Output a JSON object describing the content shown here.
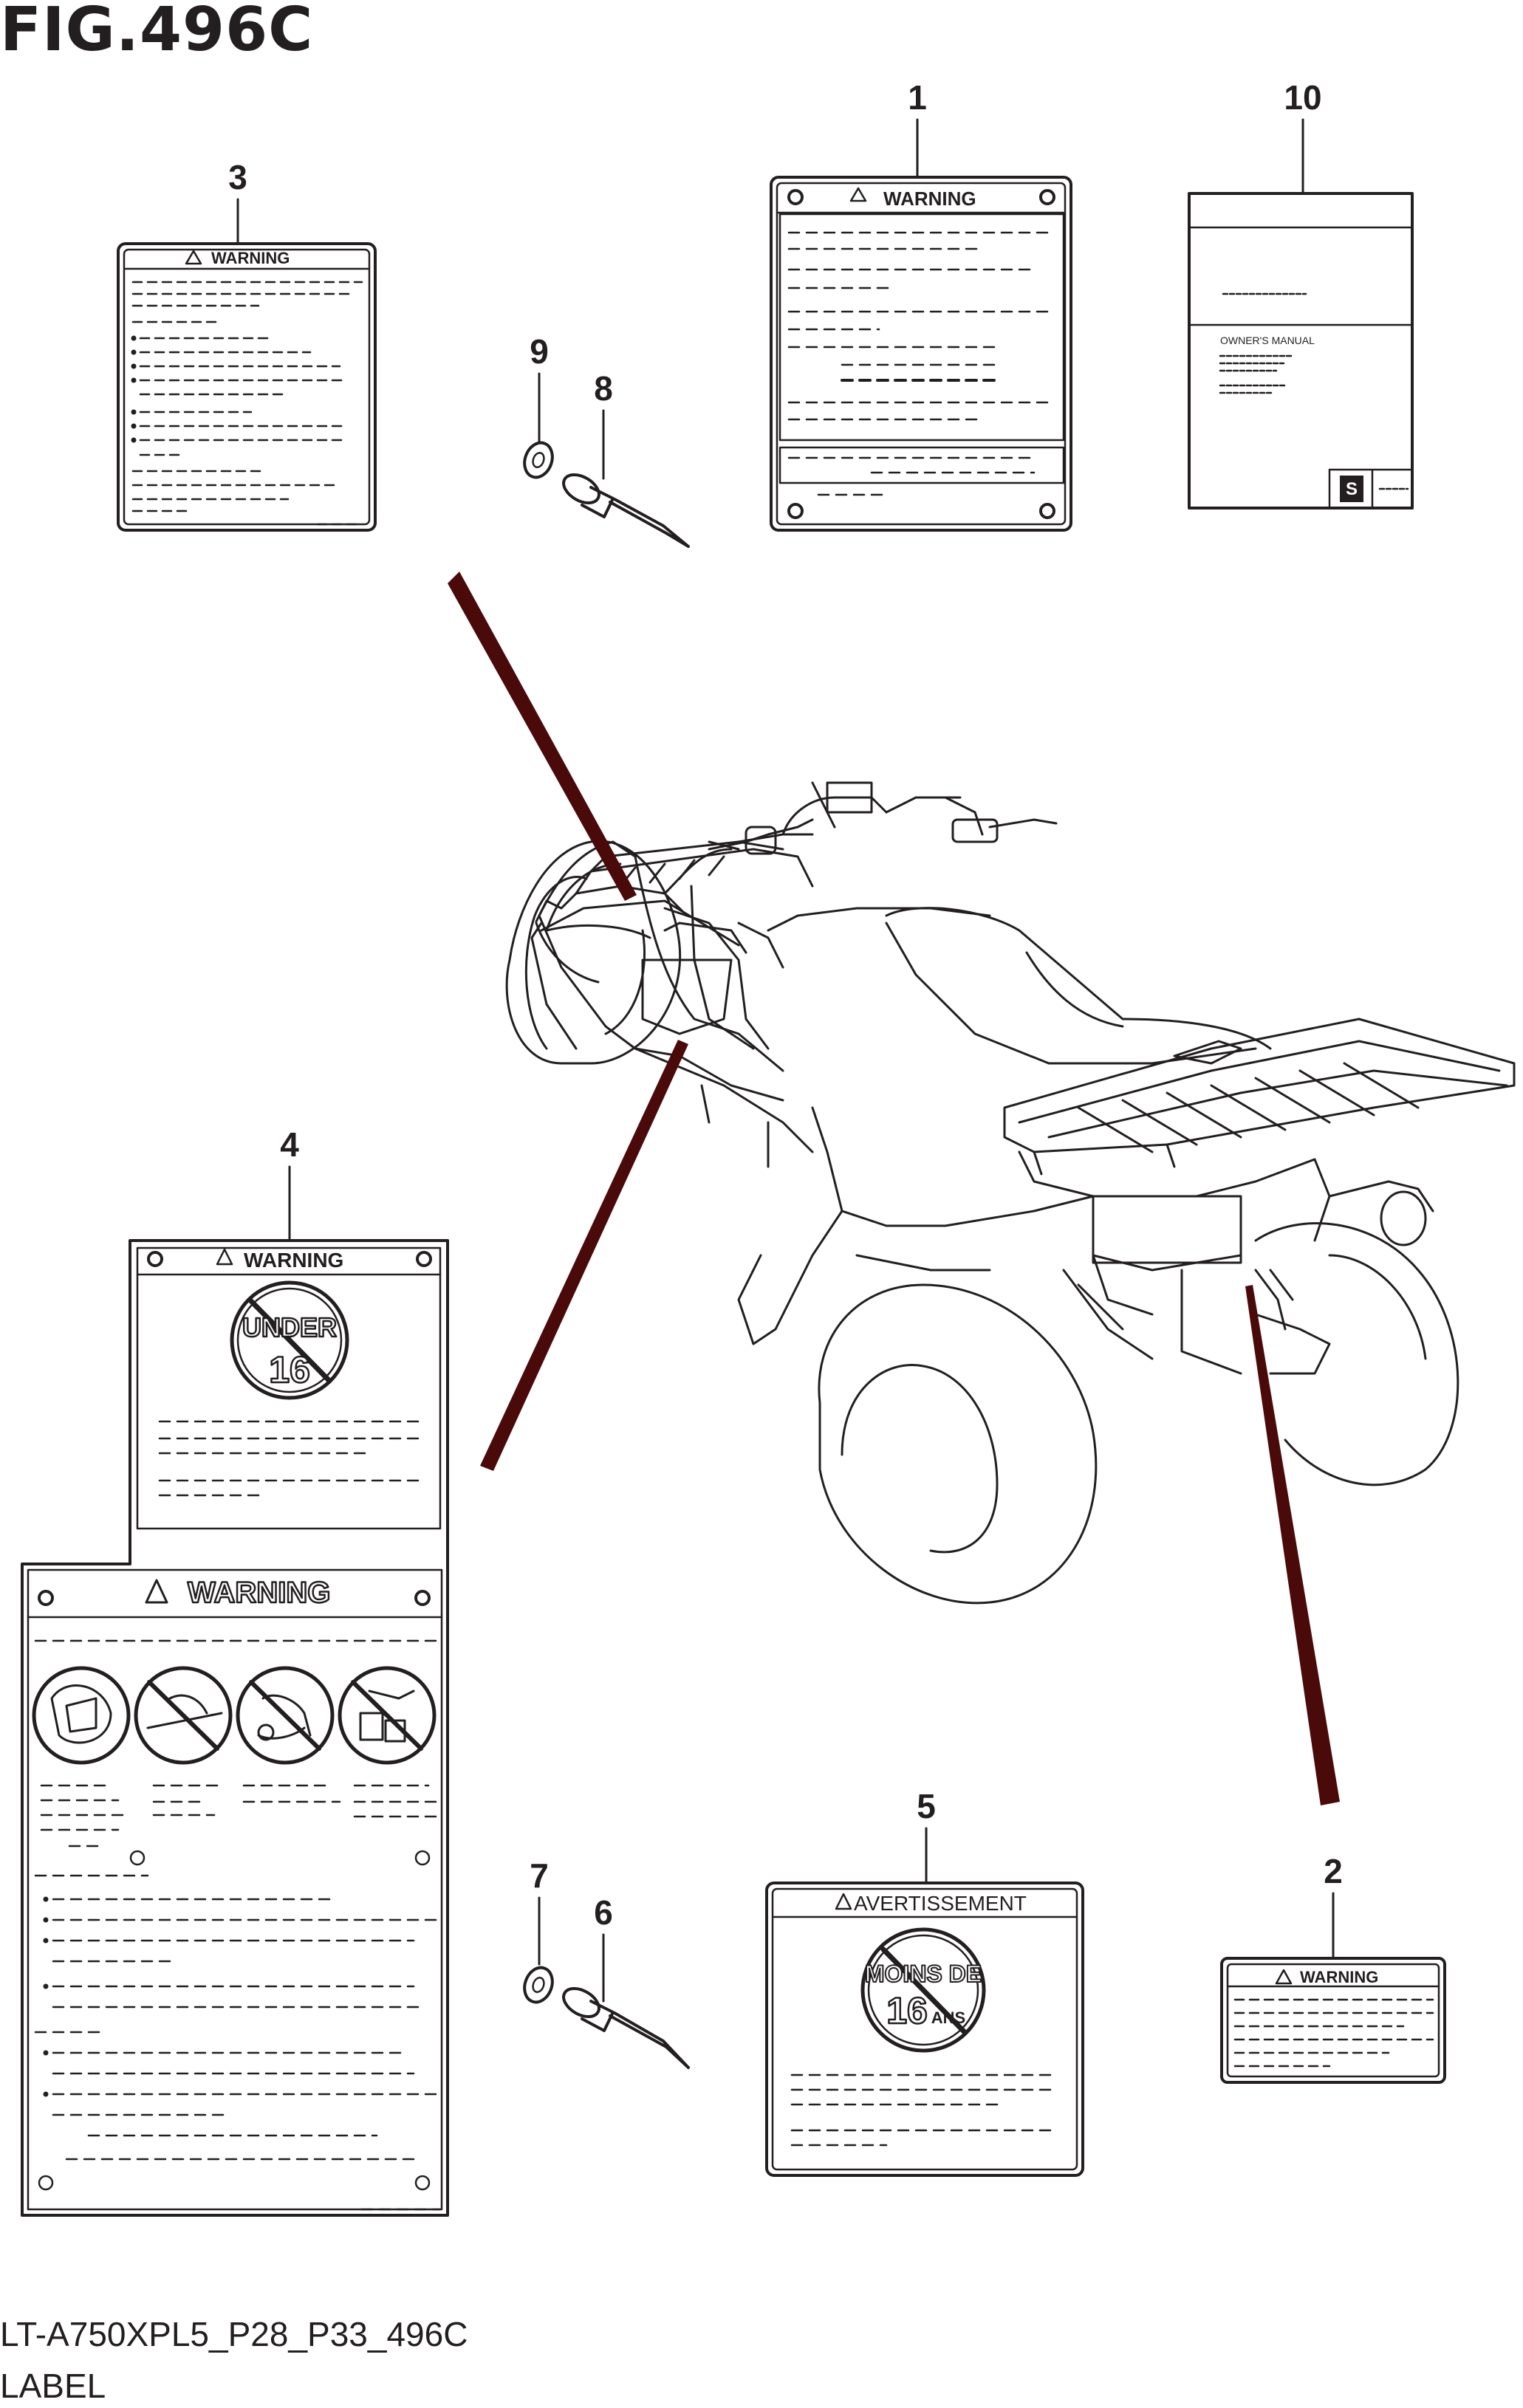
{
  "figure": {
    "title": "FIG.496C",
    "reference_code": "LT-A750XPL5_P28_P33_496C",
    "caption": "LABEL"
  },
  "callouts": [
    "1",
    "2",
    "3",
    "4",
    "5",
    "6",
    "7",
    "8",
    "9",
    "10"
  ],
  "labels": {
    "warning_text": "WARNING",
    "avertissement_text": "AVERTISSEMENT",
    "under_text": "UNDER",
    "age_text": "16",
    "moins_de_text": "MOINS DE",
    "ans_text": "ANS",
    "owners_manual_text": "OWNER'S MANUAL"
  },
  "colors": {
    "line": "#231f20",
    "leader_arrow": "#4a0a0a"
  }
}
